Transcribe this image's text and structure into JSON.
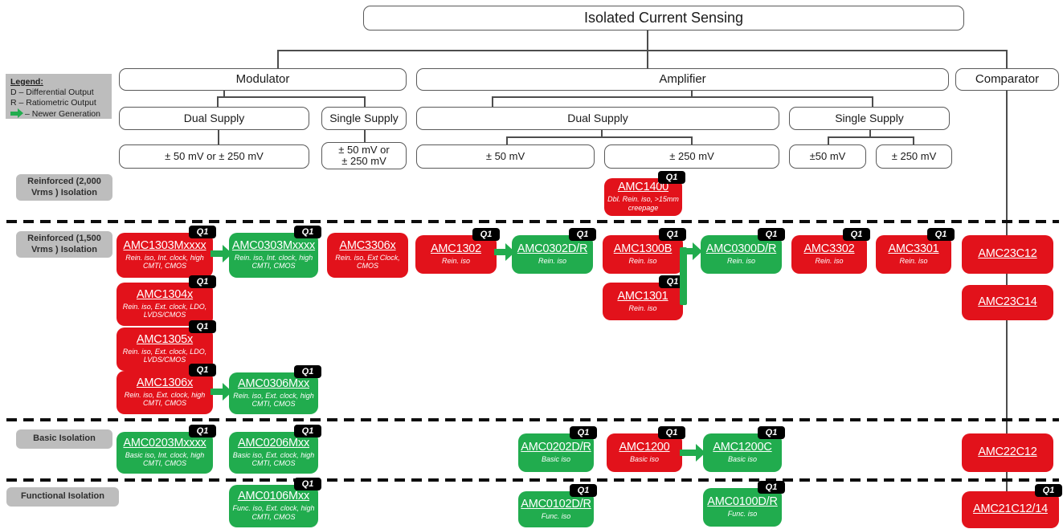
{
  "title": "Isolated Current Sensing",
  "badge_label": "Q1",
  "colors": {
    "red": "#e2121b",
    "green": "#21ac4e",
    "gray_label": "#bdbdbd",
    "line": "#4d4d4d",
    "badge": "#000000"
  },
  "legend": {
    "heading": "Legend:",
    "d_line": "D –   Differential Output",
    "r_line": "R –   Ratiometric Output",
    "arrow_line": "– Newer Generation"
  },
  "tree": {
    "modulator": "Modulator",
    "amplifier": "Amplifier",
    "comparator": "Comparator",
    "mod_dual": "Dual Supply",
    "mod_single": "Single Supply",
    "amp_dual": "Dual Supply",
    "amp_single": "Single Supply",
    "mod_dual_range": "± 50 mV or ± 250 mV",
    "mod_single_range_l1": "± 50 mV or",
    "mod_single_range_l2": "± 250 mV",
    "amp_dual_50": "± 50 mV",
    "amp_dual_250": "± 250 mV",
    "amp_single_50": "±50 mV",
    "amp_single_250": "± 250 mV"
  },
  "row_labels": [
    {
      "text": "Reinforced (2,000 Vrms ) Isolation"
    },
    {
      "text": "Reinforced (1,500 Vrms ) Isolation"
    },
    {
      "text": "Basic Isolation"
    },
    {
      "text": "Functional Isolation"
    }
  ],
  "products": [
    {
      "id": "amc1400",
      "name": "AMC1400",
      "sub": "Dbl. Rein. iso, >15mm creepage",
      "color": "red",
      "q1": true
    },
    {
      "id": "amc1303",
      "name": "AMC1303Mxxxx",
      "sub": "Rein. iso, Int. clock, high CMTI, CMOS",
      "color": "red",
      "q1": true
    },
    {
      "id": "amc0303",
      "name": "AMC0303Mxxxx",
      "sub": "Rein. iso, Int. clock, high CMTI, CMOS",
      "color": "green",
      "q1": true
    },
    {
      "id": "amc3306",
      "name": "AMC3306x",
      "sub": "Rein. iso, Ext Clock, CMOS",
      "color": "red",
      "q1": false
    },
    {
      "id": "amc1302",
      "name": "AMC1302",
      "sub": "Rein. iso",
      "color": "red",
      "q1": true
    },
    {
      "id": "amc0302",
      "name": "AMC0302D/R",
      "sub": "Rein. iso",
      "color": "green",
      "q1": true
    },
    {
      "id": "amc1300b",
      "name": "AMC1300B",
      "sub": "Rein. iso",
      "color": "red",
      "q1": true
    },
    {
      "id": "amc0300",
      "name": "AMC0300D/R",
      "sub": "Rein. iso",
      "color": "green",
      "q1": true
    },
    {
      "id": "amc3302",
      "name": "AMC3302",
      "sub": "Rein. iso",
      "color": "red",
      "q1": true
    },
    {
      "id": "amc3301",
      "name": "AMC3301",
      "sub": "Rein. iso",
      "color": "red",
      "q1": true
    },
    {
      "id": "amc23c12",
      "name": "AMC23C12",
      "sub": "",
      "color": "red",
      "q1": false
    },
    {
      "id": "amc1304",
      "name": "AMC1304x",
      "sub": "Rein. iso, Ext. clock, LDO, LVDS/CMOS",
      "color": "red",
      "q1": true
    },
    {
      "id": "amc1301",
      "name": "AMC1301",
      "sub": "Rein. iso",
      "color": "red",
      "q1": true
    },
    {
      "id": "amc23c14",
      "name": "AMC23C14",
      "sub": "",
      "color": "red",
      "q1": false
    },
    {
      "id": "amc1305",
      "name": "AMC1305x",
      "sub": "Rein. iso, Ext. clock, LDO, LVDS/CMOS",
      "color": "red",
      "q1": true
    },
    {
      "id": "amc1306",
      "name": "AMC1306x",
      "sub": "Rein. iso, Ext. clock, high CMTI, CMOS",
      "color": "red",
      "q1": true
    },
    {
      "id": "amc0306",
      "name": "AMC0306Mxx",
      "sub": "Rein. iso, Ext. clock, high CMTI, CMOS",
      "color": "green",
      "q1": true
    },
    {
      "id": "amc0203",
      "name": "AMC0203Mxxxx",
      "sub": "Basic iso, Int. clock, high CMTI, CMOS",
      "color": "green",
      "q1": true
    },
    {
      "id": "amc0206",
      "name": "AMC0206Mxx",
      "sub": "Basic iso, Ext. clock, high CMTI, CMOS",
      "color": "green",
      "q1": true
    },
    {
      "id": "amc0202",
      "name": "AMC0202D/R",
      "sub": "Basic iso",
      "color": "green",
      "q1": true
    },
    {
      "id": "amc1200",
      "name": "AMC1200",
      "sub": "Basic iso",
      "color": "red",
      "q1": true
    },
    {
      "id": "amc1200c",
      "name": "AMC1200C",
      "sub": "Basic iso",
      "color": "green",
      "q1": true
    },
    {
      "id": "amc22c12",
      "name": "AMC22C12",
      "sub": "",
      "color": "red",
      "q1": false
    },
    {
      "id": "amc0106",
      "name": "AMC0106Mxx",
      "sub": "Func. iso, Ext. clock, high CMTI, CMOS",
      "color": "green",
      "q1": true
    },
    {
      "id": "amc0102",
      "name": "AMC0102D/R",
      "sub": "Func. iso",
      "color": "green",
      "q1": true
    },
    {
      "id": "amc0100",
      "name": "AMC0100D/R",
      "sub": "Func. iso",
      "color": "green",
      "q1": true
    },
    {
      "id": "amc21c12",
      "name": "AMC21C12/14",
      "sub": "",
      "color": "red",
      "q1": true
    }
  ]
}
